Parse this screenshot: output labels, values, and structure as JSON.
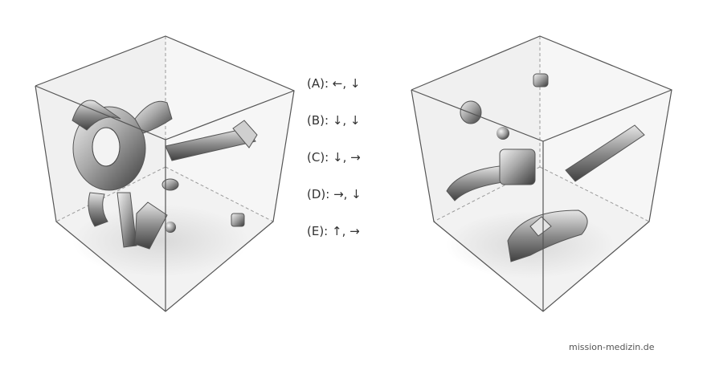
{
  "options": [
    {
      "label": "(A): ←, ↓"
    },
    {
      "label": "(B): ↓, ↓"
    },
    {
      "label": "(C): ↓, →"
    },
    {
      "label": "(D): →, ↓"
    },
    {
      "label": "(E): ↑, →"
    }
  ],
  "footer": {
    "credit": "mission-medizin.de"
  },
  "colors": {
    "cube_edge": "#555555",
    "cube_hidden_edge": "#9a9a9a",
    "cube_face": "#f1f1f1",
    "object_light": "#e8e8e8",
    "object_mid": "#9a9a9a",
    "object_dark": "#3c3c3c"
  },
  "icons": [
    "cube-left-icon",
    "cube-right-icon",
    "cube-object-icon"
  ]
}
